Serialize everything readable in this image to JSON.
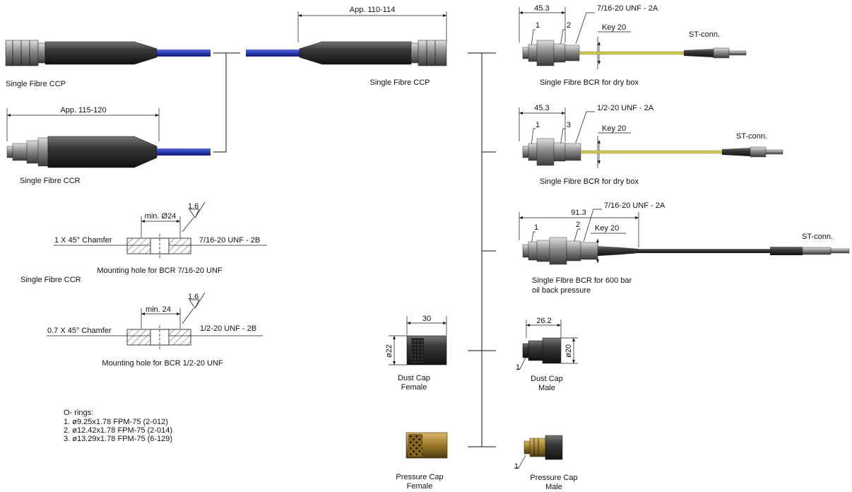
{
  "captions": {
    "ccp_left": "Single Fibre CCP",
    "ccp_right": "Single Fibre CCP",
    "ccr": "Single Fibre CCR",
    "ccr_extra": "Single Fibre CCR",
    "bcr1": "Single Fibre BCR for dry box",
    "bcr2": "Single Fibre BCR for dry box",
    "bcr3_line1": "Single Fibre BCR for 600 bar",
    "bcr3_line2": "oil back pressure",
    "dust_female_1": "Dust Cap",
    "dust_female_2": "Female",
    "dust_male_1": "Dust Cap",
    "dust_male_2": "Male",
    "press_female_1": "Pressure Cap",
    "press_female_2": "Female",
    "press_male_1": "Pressure Cap",
    "press_male_2": "Male",
    "mount1": "Mounting hole for BCR 7/16-20 UNF",
    "mount2": "Mounting hole for BCR 1/2-20 UNF"
  },
  "dims": {
    "ccp_len": "App. 110-114",
    "ccr_len": "App. 115-120",
    "bcr1_len": "45.3",
    "bcr1_thread": "7/16-20 UNF - 2A",
    "bcr1_key": "Key 20",
    "bcr1_n1": "1",
    "bcr1_n2": "2",
    "bcr2_len": "45.3",
    "bcr2_thread": "1/2-20 UNF - 2A",
    "bcr2_key": "Key 20",
    "bcr2_n1": "1",
    "bcr2_n3": "3",
    "bcr3_len": "91.3",
    "bcr3_thread": "7/16-20 UNF - 2A",
    "bcr3_key": "Key 20",
    "bcr3_n1": "1",
    "bcr3_n2": "2",
    "st1": "ST-conn.",
    "st2": "ST-conn.",
    "st3": "ST-conn.",
    "dust_f_w": "30",
    "dust_f_d": "ø22",
    "dust_m_w": "26.2",
    "dust_m_d": "ø20",
    "dust_m_n": "1",
    "press_m_n": "1",
    "m1_dia": "min. Ø24",
    "m1_rough": "1.6",
    "m1_chamfer": "1 X 45° Chamfer",
    "m1_thread": "7/16-20 UNF - 2B",
    "m2_dia": "min. 24",
    "m2_rough": "1.6",
    "m2_chamfer": "0.7 X 45° Chamfer",
    "m2_thread": "1/2-20 UNF - 2B"
  },
  "orings": {
    "title": "O- rings:",
    "items": [
      "1. ø9.25x1.78 FPM-75 (2-012)",
      "2. ø12.42x1.78 FPM-75 (2-014)",
      "3. ø13.29x1.78 FPM-75 (6-129)"
    ]
  },
  "colors": {
    "cable_blue": "#2b3bb0",
    "fibre_yellow": "#cfc64a",
    "body_dark": "#2a2a2a",
    "metal": "#8a8a8a",
    "brass": "#9a7a2a"
  }
}
